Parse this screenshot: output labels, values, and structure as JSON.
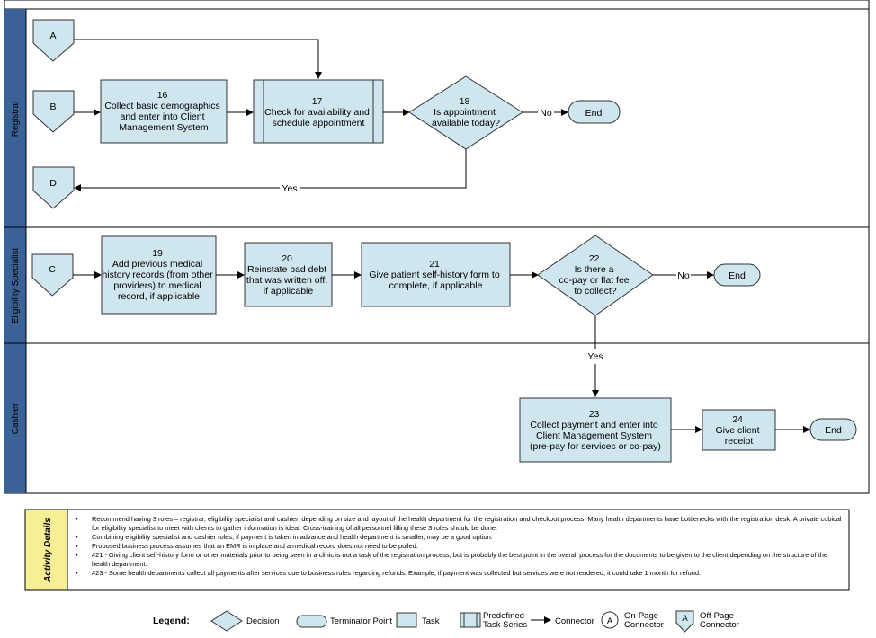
{
  "lanes": [
    {
      "label": "Registrar"
    },
    {
      "label": "Eligibility Specialist"
    },
    {
      "label": "Cashier"
    }
  ],
  "connectors": {
    "A": "A",
    "B": "B",
    "C": "C",
    "D": "D"
  },
  "nodes": {
    "n16": {
      "num": "16",
      "lines": [
        "Collect basic demographics",
        "and enter into Client",
        "Management System"
      ]
    },
    "n17": {
      "num": "17",
      "lines": [
        "Check for availability and",
        "schedule appointment"
      ]
    },
    "n18": {
      "num": "18",
      "lines": [
        "Is appointment",
        "available today?"
      ]
    },
    "n19": {
      "num": "19",
      "lines": [
        "Add previous medical",
        "history records (from other",
        "providers) to medical",
        "record, if applicable"
      ]
    },
    "n20": {
      "num": "20",
      "lines": [
        "Reinstate bad debt",
        "that was written off,",
        "if applicable"
      ]
    },
    "n21": {
      "num": "21",
      "lines": [
        "Give patient self-history form to",
        "complete, if applicable"
      ]
    },
    "n22": {
      "num": "22",
      "lines": [
        "Is there a",
        "co-pay or flat fee",
        "to collect?"
      ]
    },
    "n23": {
      "num": "23",
      "lines": [
        "Collect payment and enter into",
        "Client Management System",
        "(pre-pay for services or co-pay)"
      ]
    },
    "n24": {
      "num": "24",
      "lines": [
        "Give client",
        "receipt"
      ]
    }
  },
  "terminators": {
    "end": "End"
  },
  "edge_labels": {
    "no": "No",
    "yes": "Yes"
  },
  "activity_details": {
    "title": "Activity Details",
    "bullets": [
      "Recommend having 3 roles – registrar, eligibility specialist and cashier, depending on size and layout of the health department for the registration and checkout process.  Many health departments have bottlenecks with the registration desk.  A private cubical for eligibility specialist to meet with clients to gather information is ideal. Cross-training of all personnel filling these 3 roles should be done.",
      "Combining eligibility specialist and cashier roles, if payment is taken in advance and health department is smaller, may be a good option.",
      "Proposed business process assumes that an EMR is in place and a medical record does not need to be pulled.",
      "#21 - Giving client self-history form or other materials prior to being seen in a clinic is not a task of the registration process, but is probably the best point in the overall process for the documents to be given to the client depending on the structure of the health department.",
      "#23 - Some health departments collect all payments after services due to business rules regarding refunds. Example, if payment was collected but services were not rendered, it could take 1 month for refund."
    ]
  },
  "legend": {
    "title": "Legend:",
    "decision": "Decision",
    "terminator": "Terminator Point",
    "task": "Task",
    "predefined": [
      "Predefined",
      "Task Series"
    ],
    "connector": "Connector",
    "onpage": [
      "On-Page",
      "Connector"
    ],
    "offpage": [
      "Off-Page",
      "Connector"
    ],
    "onpage_symbol": "A",
    "offpage_symbol": "A"
  },
  "colors": {
    "lane_header": "#3b6296",
    "shape_fill": "#cfe6ee",
    "notes_header": "#f7ef95"
  }
}
